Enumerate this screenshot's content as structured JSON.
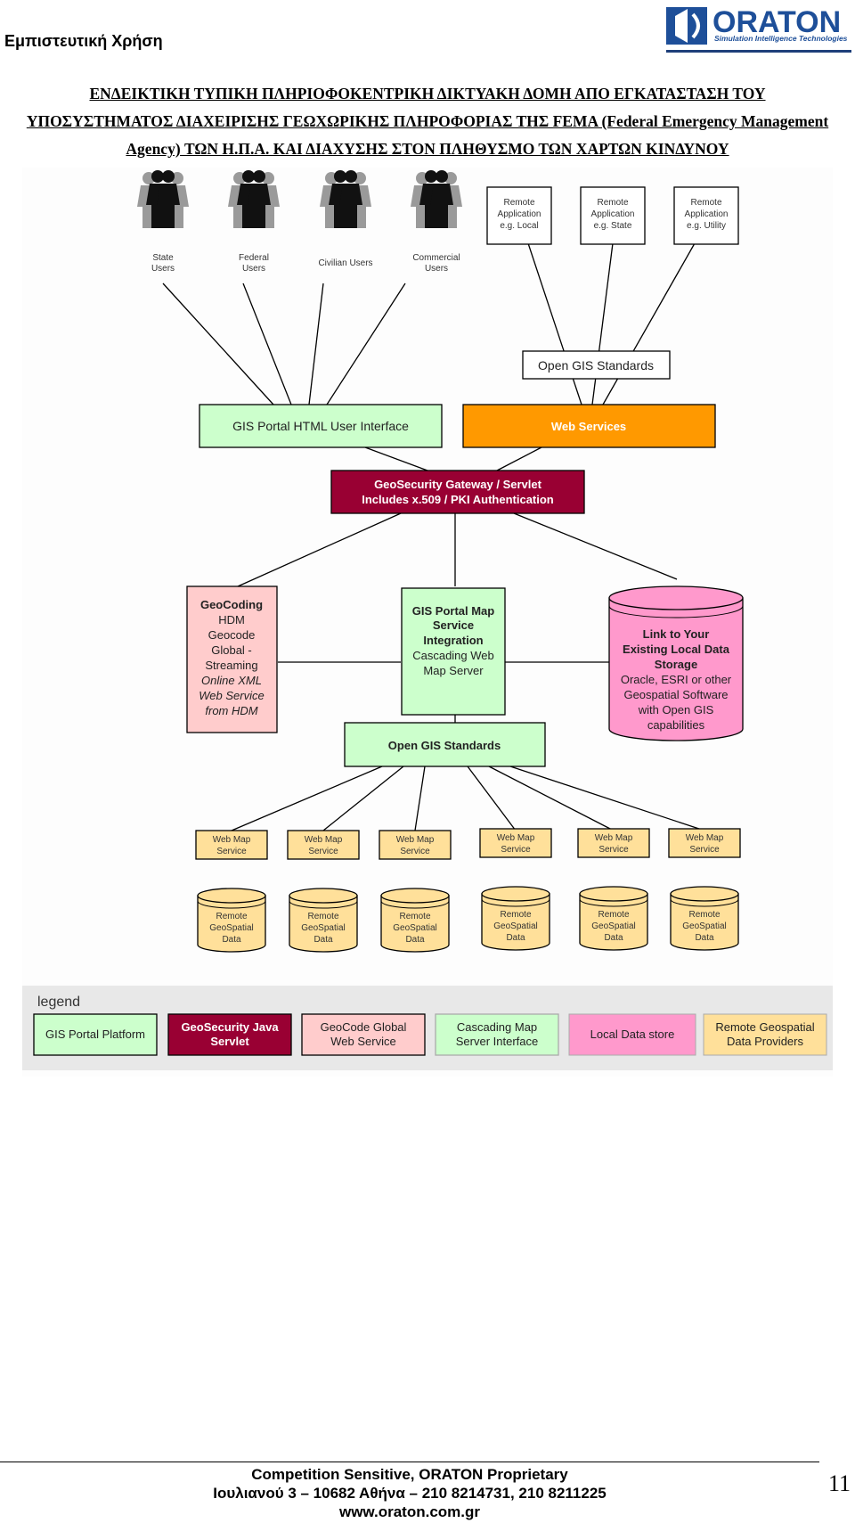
{
  "header": {
    "left_text": "Εμπιστευτική Χρήση",
    "logo_name": "ORATON",
    "logo_tagline": "Simulation Intelligence Technologies"
  },
  "title": {
    "line1": "ΕΝΔΕΙΚΤΙΚΗ ΤΥΠΙΚΗ ΠΛΗΡΙΟΦΟΚΕΝΤΡΙΚΗ ΔΙΚΤΥΑΚΗ ΔΟΜΗ ΑΠΟ ΕΓΚΑΤΑΣΤΑΣΗ ΤΟΥ",
    "line2": "ΥΠΟΣΥΣΤΗΜΑΤΟΣ ΔΙΑΧΕΙΡΙΣΗΣ ΓΕΩΧΩΡΙΚΗΣ ΠΛΗΡΟΦΟΡΙΑΣ ΤΗΣ FEMA (Federal Emergency Management",
    "line3": "Agency) ΤΩΝ Η.Π.Α. ΚΑΙ ΔΙΑΧΥΣΗΣ ΣΤΟΝ ΠΛΗΘΥΣΜΟ ΤΩΝ ΧΑΡΤΩΝ ΚΙΝΔΥΝΟΥ"
  },
  "diagram": {
    "users": [
      {
        "line1": "State",
        "line2": "Users"
      },
      {
        "line1": "Federal",
        "line2": "Users"
      },
      {
        "line1": "Civilian Users",
        "line2": ""
      },
      {
        "line1": "Commercial",
        "line2": "Users"
      }
    ],
    "remote_apps": [
      {
        "line1": "Remote",
        "line2": "Application",
        "line3": "e.g. Local"
      },
      {
        "line1": "Remote",
        "line2": "Application",
        "line3": "e.g. State"
      },
      {
        "line1": "Remote",
        "line2": "Application",
        "line3": "e.g. Utility"
      }
    ],
    "open_gis_top": "Open GIS Standards",
    "portal_ui": "GIS Portal HTML User Interface",
    "web_services": "Web Services",
    "gateway": {
      "line1": "GeoSecurity Gateway / Servlet",
      "line2": "Includes x.509 / PKI Authentication"
    },
    "geocoding": {
      "l1": "GeoCoding",
      "l2": "HDM",
      "l3": "Geocode",
      "l4": "Global -",
      "l5": "Streaming",
      "l6": "Online XML",
      "l7": "Web Service",
      "l8": "from HDM"
    },
    "portal_map": {
      "l1": "GIS Portal Map",
      "l2": "Service",
      "l3": "Integration",
      "l4": "Cascading Web",
      "l5": "Map Server"
    },
    "local_data": {
      "l1": "Link to Your",
      "l2": "Existing Local Data",
      "l3": "Storage",
      "l4": "Oracle, ESRI or other",
      "l5": "Geospatial Software",
      "l6": "with Open GIS",
      "l7": "capabilities"
    },
    "open_gis_bottom": "Open GIS Standards",
    "wms": [
      {
        "l1": "Web Map",
        "l2": "Service"
      },
      {
        "l1": "Web Map",
        "l2": "Service"
      },
      {
        "l1": "Web Map",
        "l2": "Service"
      },
      {
        "l1": "Web Map",
        "l2": "Service"
      },
      {
        "l1": "Web Map",
        "l2": "Service"
      },
      {
        "l1": "Web Map",
        "l2": "Service"
      }
    ],
    "remote_data": [
      {
        "l1": "Remote",
        "l2": "GeoSpatial",
        "l3": "Data"
      },
      {
        "l1": "Remote",
        "l2": "GeoSpatial",
        "l3": "Data"
      },
      {
        "l1": "Remote",
        "l2": "GeoSpatial",
        "l3": "Data"
      },
      {
        "l1": "Remote",
        "l2": "GeoSpatial",
        "l3": "Data"
      },
      {
        "l1": "Remote",
        "l2": "GeoSpatial",
        "l3": "Data"
      },
      {
        "l1": "Remote",
        "l2": "GeoSpatial",
        "l3": "Data"
      }
    ],
    "legend": {
      "title": "legend",
      "items": [
        {
          "l1": "GIS Portal Platform",
          "l2": ""
        },
        {
          "l1": "GeoSecurity Java",
          "l2": "Servlet"
        },
        {
          "l1": "GeoCode Global",
          "l2": "Web Service"
        },
        {
          "l1": "Cascading Map",
          "l2": "Server Interface"
        },
        {
          "l1": "Local Data store",
          "l2": ""
        },
        {
          "l1": "Remote Geospatial",
          "l2": "Data Providers"
        }
      ]
    },
    "colors": {
      "green": "#ccffcc",
      "orange": "#ff9900",
      "maroon": "#990033",
      "pink_light": "#ffcccc",
      "pink": "#ff99cc",
      "tan": "#ffe09a",
      "legend_bg": "#e8e8e8"
    }
  },
  "footer": {
    "line1": "Competition Sensitive, ORATON Proprietary",
    "line2": "Ιουλιανού 3 – 10682 Αθήνα – 210 8214731, 210 8211225",
    "line3": "www.oraton.com.gr",
    "page_number": "11"
  }
}
